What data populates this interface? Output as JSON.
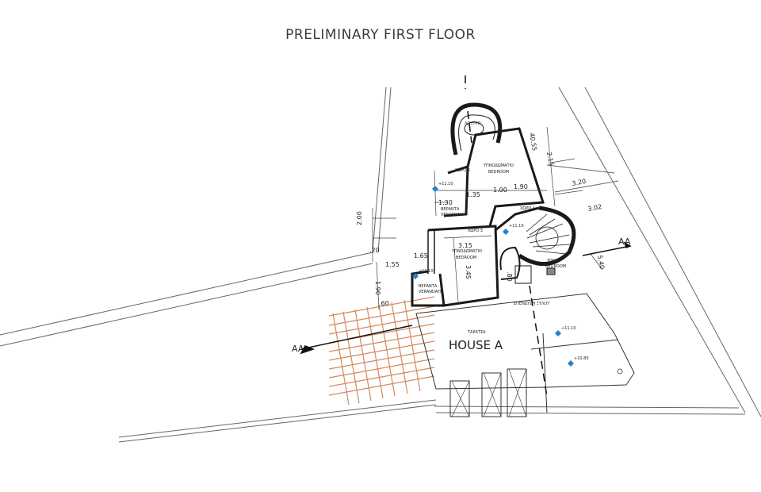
{
  "title": "PRELIMINARY FIRST FLOOR",
  "house_label": "HOUSE A",
  "section_mark": "AA",
  "colors": {
    "wall": "#1a1a1a",
    "line": "#555555",
    "pergola": "#d4895e",
    "level_marker": "#2a7fc4"
  },
  "rooms": {
    "bath_top": "ΛΟΥΤΡΟ",
    "bedroom_top_gr": "ΥΠΝΟΔΩΜΑΤΙΟ",
    "bedroom_top_en": "BEDROOM",
    "bedroom_mid_gr": "ΥΠΝΟΔΩΜΑΤΙΟ",
    "bedroom_mid_en": "BEDROOM",
    "veranda_top_gr": "ΒΕΡΑΝΤΑ",
    "veranda_top_en": "VERANDAH",
    "veranda_left_gr": "ΒΕΡΑΝΤΑ",
    "veranda_left_en": "VERANDAH",
    "wood_roof": "ΕΠΕΝΔΥΣΗ ΞΥΛΟΥ",
    "terrace": "ΤΑΡΑΤΣΑ",
    "bedroom_small_gr": "ΥΠΝ",
    "bedroom_small_en": "BEDROOM",
    "room_a": "ΧΩΡΟ 5",
    "room_b": "ΧΩΡΟ 4",
    "room_c": "ΧΩΡΟ 3"
  },
  "levels": [
    "+11.10",
    "+11.10",
    "+11.10",
    "+11.10",
    "+10.80"
  ],
  "dimensions": [
    "40.55",
    "2.15",
    "3.20",
    "3.02",
    "1.30",
    "1.35",
    "1.00",
    "1.90",
    "2.00",
    "1.55",
    "1.65",
    "3.15",
    "3.45",
    ".20",
    "1.90",
    ".80",
    "5.40",
    ".60"
  ]
}
